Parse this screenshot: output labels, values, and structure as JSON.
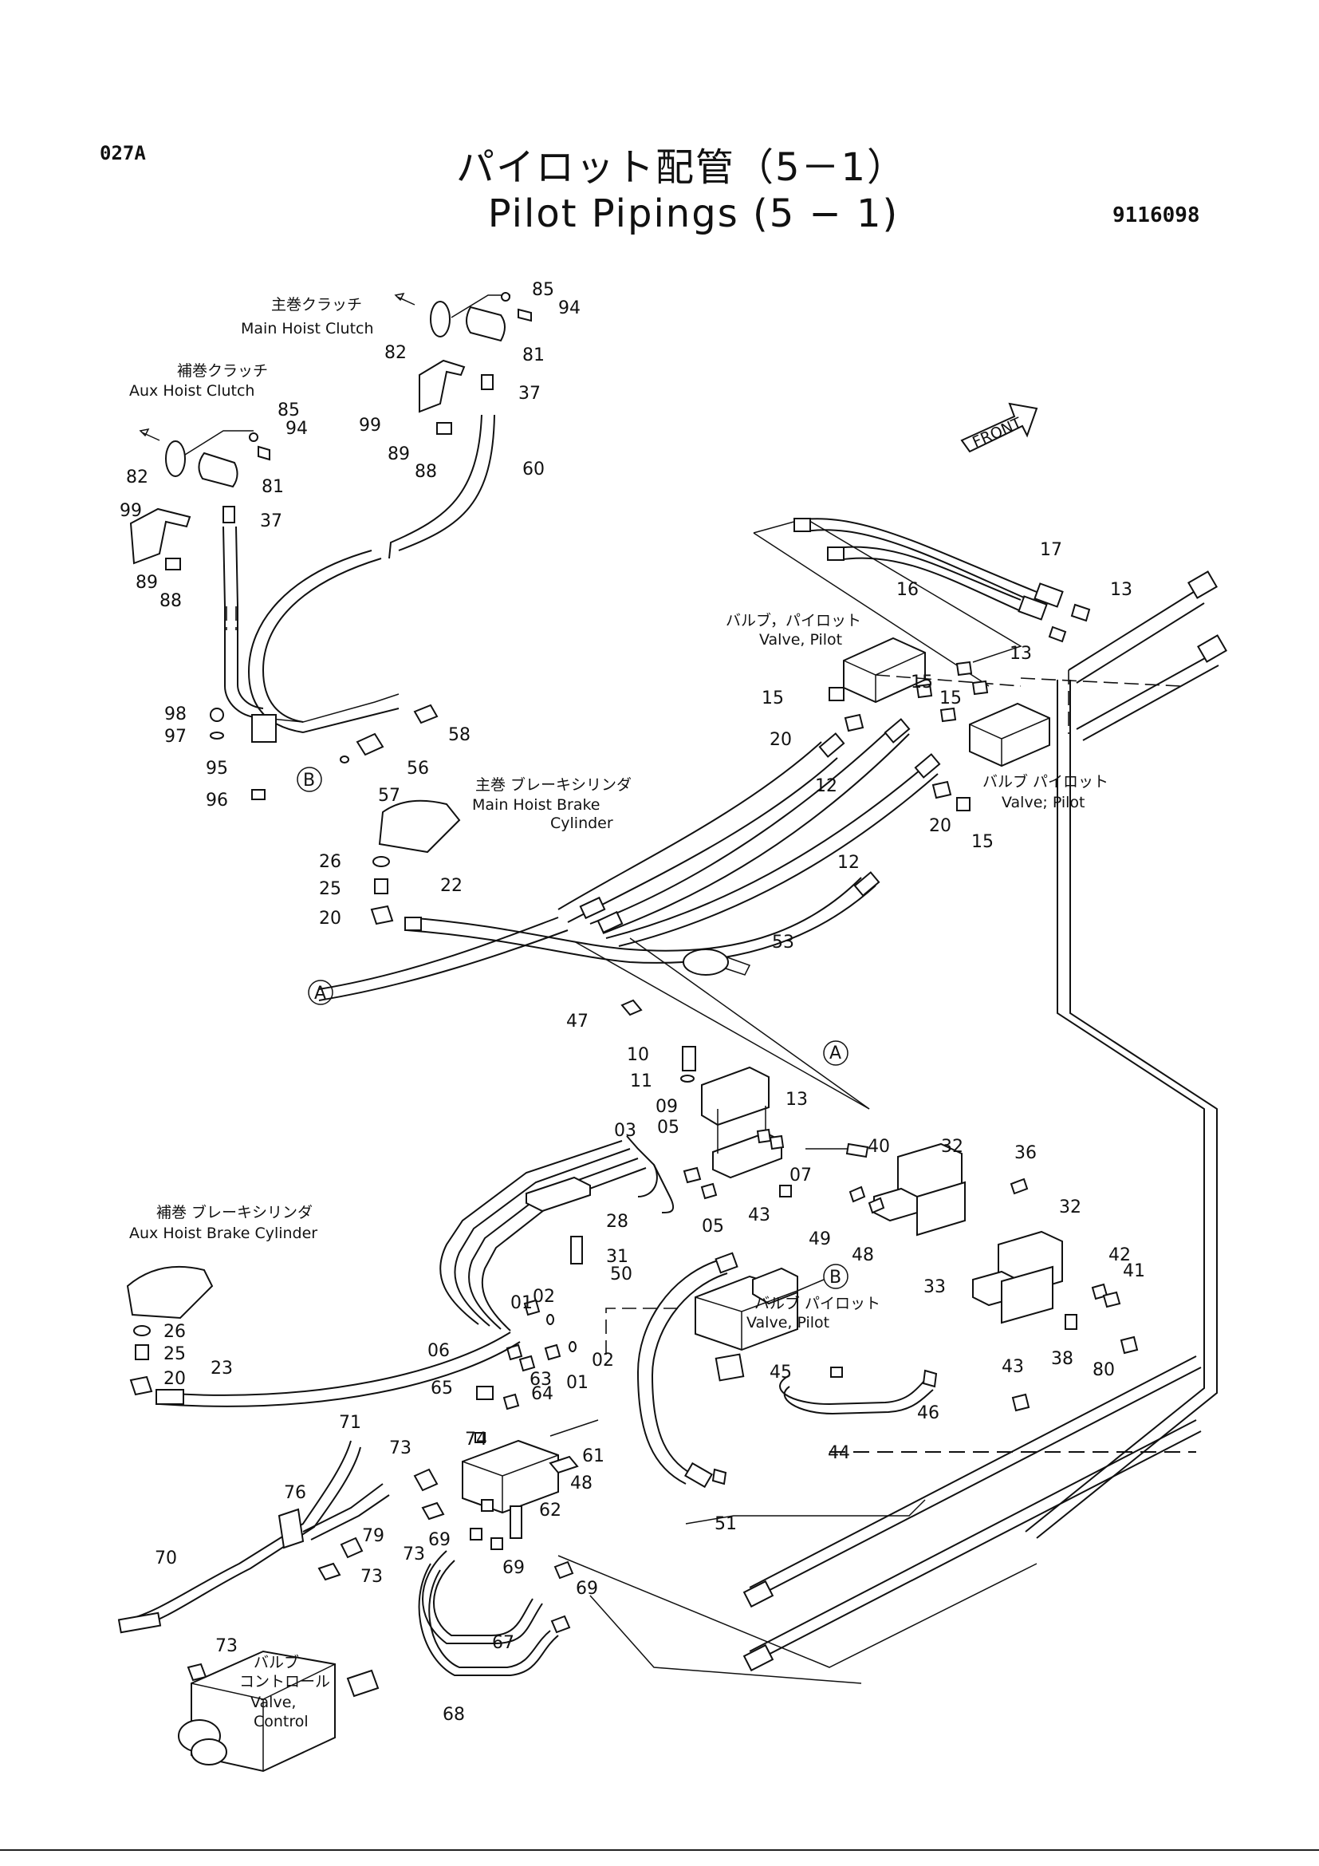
{
  "header": {
    "page_id": "027A",
    "title_jp": "パイロット配管（5－1）",
    "title_en": "Pilot Pipings (5 − 1)",
    "drawing_number": "9116098"
  },
  "labels": {
    "main_hoist_clutch_jp": "主巻クラッチ",
    "main_hoist_clutch_en": "Main Hoist Clutch",
    "aux_hoist_clutch_jp": "補巻クラッチ",
    "aux_hoist_clutch_en": "Aux Hoist Clutch",
    "valve_pilot_top_jp": "バルブ，パイロット",
    "valve_pilot_top_en": "Valve, Pilot",
    "valve_pilot_right_jp": "バルブ パイロット",
    "valve_pilot_right_en": "Valve; Pilot",
    "main_hoist_brake_jp": "主巻 ブレーキシリンダ",
    "main_hoist_brake_en1": "Main Hoist Brake",
    "main_hoist_brake_en2": "Cylinder",
    "aux_hoist_brake_jp": "補巻 ブレーキシリンダ",
    "aux_hoist_brake_en": "Aux Hoist Brake Cylinder",
    "valve_pilot_mid_jp": "バルブ パイロット",
    "valve_pilot_mid_en": "Valve, Pilot",
    "valve_control_jp1": "バルブ",
    "valve_control_jp2": "コントロール",
    "valve_control_en1": "Valve,",
    "valve_control_en2": "Control",
    "front": "FRONT",
    "ref_a": "A",
    "ref_b": "B"
  },
  "part_numbers": {
    "p85a": "85",
    "p94a": "94",
    "p82a": "82",
    "p81a": "81",
    "p37a": "37",
    "p99a": "99",
    "p89a": "89",
    "p88a": "88",
    "p60": "60",
    "p85b": "85",
    "p94b": "94",
    "p82b": "82",
    "p81b": "81",
    "p37b": "37",
    "p99b": "99",
    "p89b": "89",
    "p88b": "88",
    "p17": "17",
    "p16": "16",
    "p13a": "13",
    "p13b": "13",
    "p15a": "15",
    "p15b": "15",
    "p15c": "15",
    "p15d": "15",
    "p20a": "20",
    "p20b": "20",
    "p12a": "12",
    "p12b": "12",
    "p98": "98",
    "p97": "97",
    "p95": "95",
    "p96": "96",
    "p58": "58",
    "p56": "56",
    "p57": "57",
    "p26a": "26",
    "p25a": "25",
    "p20c": "20",
    "p22": "22",
    "p53": "53",
    "p47": "47",
    "p10": "10",
    "p11": "11",
    "p03": "03",
    "p09": "09",
    "p13c": "13",
    "p05a": "05",
    "p05b": "05",
    "p07": "07",
    "p43a": "43",
    "p28": "28",
    "p31": "31",
    "p40": "40",
    "p32a": "32",
    "p36": "36",
    "p32b": "32",
    "p49": "49",
    "p48a": "48",
    "p33": "33",
    "p42": "42",
    "p41": "41",
    "p50": "50",
    "p01a": "01",
    "p02a": "02",
    "p06": "06",
    "p63": "63",
    "p01b": "01",
    "p02b": "02",
    "p38": "38",
    "p43b": "43",
    "p80": "80",
    "p45": "45",
    "p46": "46",
    "p44": "44",
    "p26b": "26",
    "p25b": "25",
    "p20d": "20",
    "p23": "23",
    "p65": "65",
    "p64": "64",
    "p71": "71",
    "p73a": "73",
    "p74": "74",
    "p61": "61",
    "p48b": "48",
    "p76": "76",
    "p62": "62",
    "p79": "79",
    "p69a": "69",
    "p73b": "73",
    "p69b": "69",
    "p70": "70",
    "p73c": "73",
    "p51": "51",
    "p69c": "69",
    "p67": "67",
    "p73d": "73",
    "p68": "68"
  }
}
